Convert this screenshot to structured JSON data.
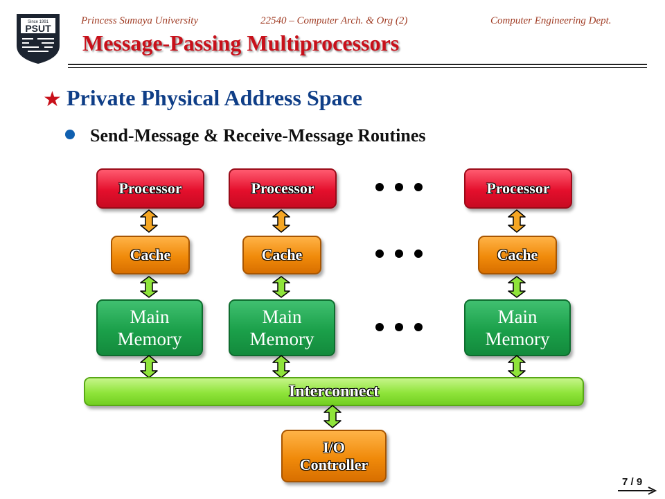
{
  "header": {
    "university": "Princess Sumaya University",
    "course": "22540 – Computer Arch. & Org (2)",
    "department": "Computer Engineering Dept.",
    "logo_text": "PSUT",
    "logo_since": "Since 1991"
  },
  "slide": {
    "title": "Message-Passing Multiprocessors",
    "bullet1": "Private Physical Address Space",
    "bullet2": "Send-Message & Receive-Message Routines"
  },
  "diagram": {
    "processor_label": "Processor",
    "cache_label": "Cache",
    "memory_line1": "Main",
    "memory_line2": "Memory",
    "interconnect_label": "Interconnect",
    "io_line1": "I/O",
    "io_line2": "Controller"
  },
  "colors": {
    "title": "#c8101a",
    "bullet1": "#0f3e87",
    "processor": "#e40f2c",
    "cache": "#f08a0a",
    "memory": "#1ba04a",
    "interconnect": "#8fe43a",
    "arrow_orange": "#f5a623",
    "arrow_green": "#8fe43a"
  },
  "footer": {
    "page": "7 / 9"
  }
}
